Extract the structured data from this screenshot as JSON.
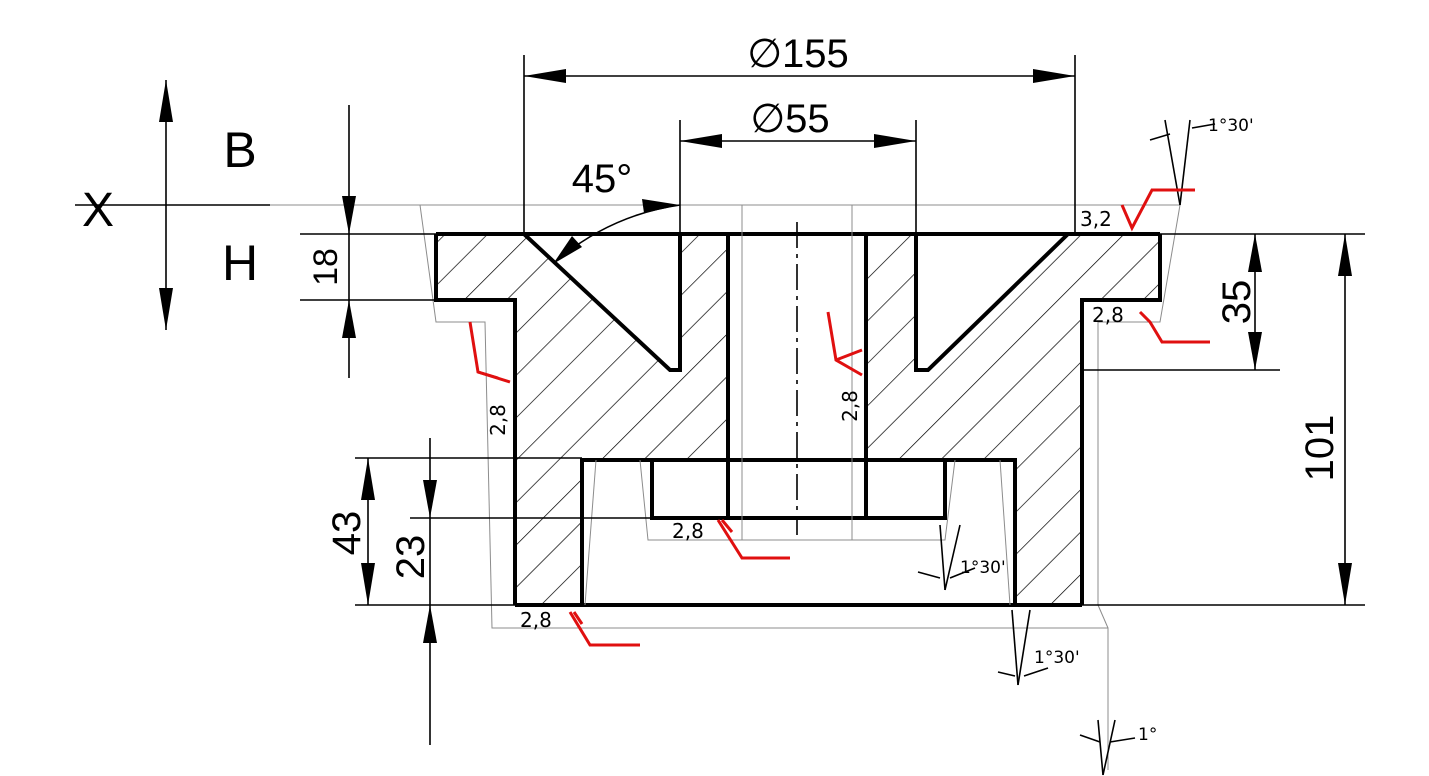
{
  "diagram": {
    "dimensions": {
      "outer_diameter": "∅155",
      "inner_diameter": "∅55",
      "chamfer_angle": "45°",
      "height_flange": "18",
      "height_upper_step": "35",
      "height_total": "101",
      "height_recess": "43",
      "height_inner_recess": "23"
    },
    "parting_plane": {
      "axis_label": "X",
      "upper_label": "В",
      "lower_label": "Н"
    },
    "roughness": {
      "top_face": "3,2",
      "right_shoulder": "2,8",
      "left_outer_wall": "2,8",
      "bore": "2,8",
      "inner_recess_bottom": "2,8",
      "bottom_face": "2,8"
    },
    "draft_angles": {
      "top_right": "1°30'",
      "inner_recess": "1°30'",
      "bottom": "1°30'",
      "outer_bottom": "1°"
    },
    "colors": {
      "line": "#000000",
      "roughness_mark": "#e01010",
      "allowance_line": "#8c8c8c",
      "background": "#ffffff"
    }
  }
}
